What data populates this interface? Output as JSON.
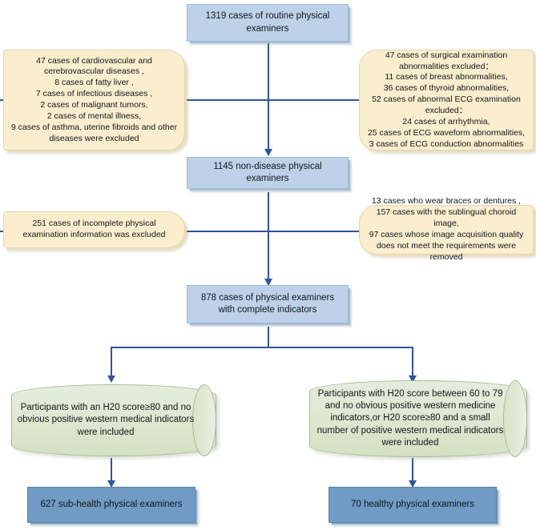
{
  "diagram": {
    "title": "Participant selection flowchart",
    "colors": {
      "light_blue": "#bdd2e8",
      "dark_blue": "#6f9bc4",
      "cream": "#faeece",
      "green": "#dfe9d2",
      "connector": "#2f5597"
    },
    "nodes": {
      "total_examiners": "1319 cases of routine physical examiners",
      "exclusion_left_1": "47 cases of cardiovascular and cerebrovascular diseases ,\n8 cases of fatty liver ,\n7 cases of infectious diseases ,\n2 cases of malignant tumors,\n2 cases of mental illness,\n9 cases of asthma, uterine fibroids and other diseases were excluded",
      "exclusion_right_1": "47 cases of surgical examination abnormalities excluded：\n11 cases of breast abnormalities,\n36 cases of thyroid abnormalities,\n52 cases of abnormal ECG examination excluded：\n24 cases of arrhythmia,\n25 cases of ECG waveform abnormalities,\n3 cases of ECG conduction abnormalities",
      "non_disease": "1145 non-disease physical examiners",
      "exclusion_left_2": "251 cases of incomplete physical examination information was excluded",
      "exclusion_right_2": "13 cases who wear braces or dentures ,\n157 cases with the sublingual choroid image,\n97 cases whose image acquisition quality does not meet the requirements were removed",
      "complete_indicators": "878 cases of physical examiners with complete indicators",
      "group_left": "Participants with an H20 score≥80 and no obvious positive western medical indicators were included",
      "group_right": "Participants with H20 score between 60 to 79 and no obvious positive western medicine indicators,or H20 score≥80 and a small number of positive western medical indicators were included",
      "outcome_left": "627 sub-health physical examiners",
      "outcome_right": "70 healthy physical examiners"
    }
  }
}
